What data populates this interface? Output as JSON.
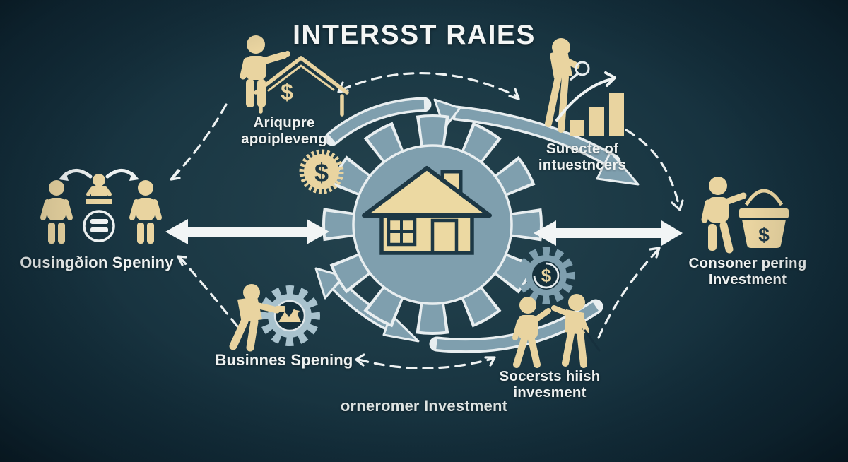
{
  "title": "INTERSST RAIES",
  "symbols": {
    "dollar": "$"
  },
  "nodes": {
    "top_left": {
      "line1": "Ariqupre",
      "line2": "apoipleveng"
    },
    "top_right": {
      "line1": "Surecte of",
      "line2": "intuestncers"
    },
    "left": {
      "label": "Ousingðion Speniny"
    },
    "right": {
      "line1": "Consoner pering",
      "line2": "Investment"
    },
    "bottom_left": {
      "label": "Businnes Spening"
    },
    "bottom_right": {
      "line1": "Socersts hiish",
      "line2": "invesment"
    },
    "bottom_center": {
      "label": "orneromer Investment"
    }
  },
  "colors": {
    "background_dark": "#0b202c",
    "background_light": "#25444f",
    "tan": "#e9d4a0",
    "gear_blue": "#7f9fae",
    "navy": "#1d3845",
    "white": "#eff2f1"
  }
}
